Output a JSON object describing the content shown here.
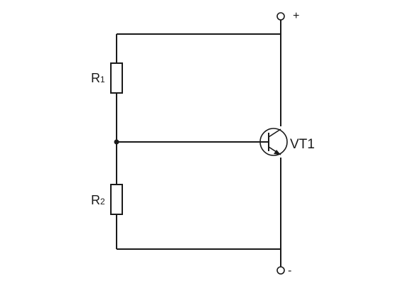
{
  "diagram": {
    "terminal_positive": "+",
    "terminal_negative": "-",
    "resistor_top": {
      "letter": "R",
      "index": "1"
    },
    "resistor_bottom": {
      "letter": "R",
      "index": "2"
    },
    "transistor": {
      "label": "VT1",
      "type": "NPN"
    },
    "colors": {
      "line": "#1a1a1a",
      "background": "#ffffff"
    }
  }
}
